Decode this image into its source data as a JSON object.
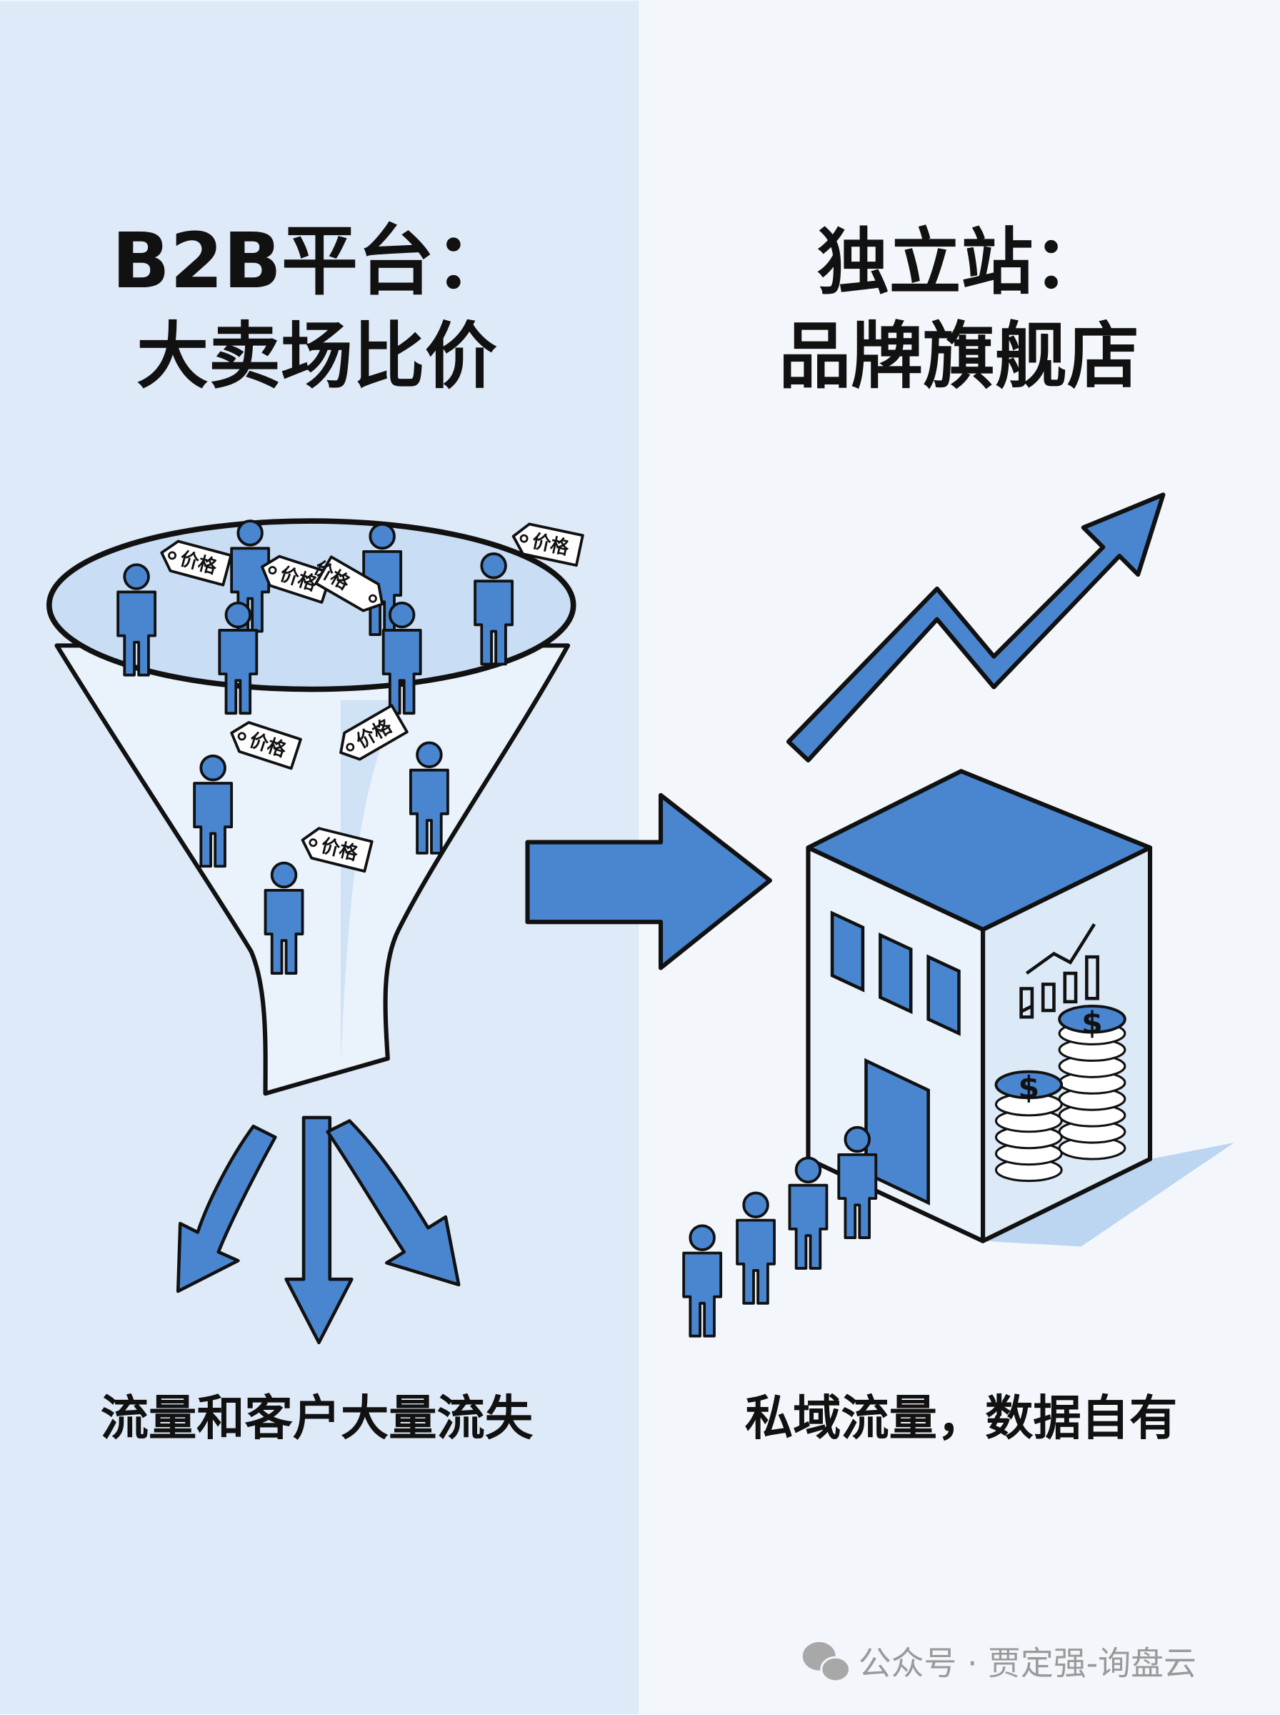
{
  "left": {
    "title_line1": "B2B平台：",
    "title_line2": "大卖场比价",
    "caption": "流量和客户大量流失",
    "price_tag": "价格"
  },
  "right": {
    "title_line1": "独立站：",
    "title_line2": "品牌旗舰店",
    "caption": "私域流量，数据自有",
    "coin_symbol": "$"
  },
  "watermark": {
    "icon": "wechat-icon",
    "text": "公众号 · 贾定强-询盘云"
  },
  "colors": {
    "left_bg": "#dfeaf8",
    "right_bg": "#f3f7fc",
    "accent": "#4a86d0",
    "outline": "#111111"
  }
}
